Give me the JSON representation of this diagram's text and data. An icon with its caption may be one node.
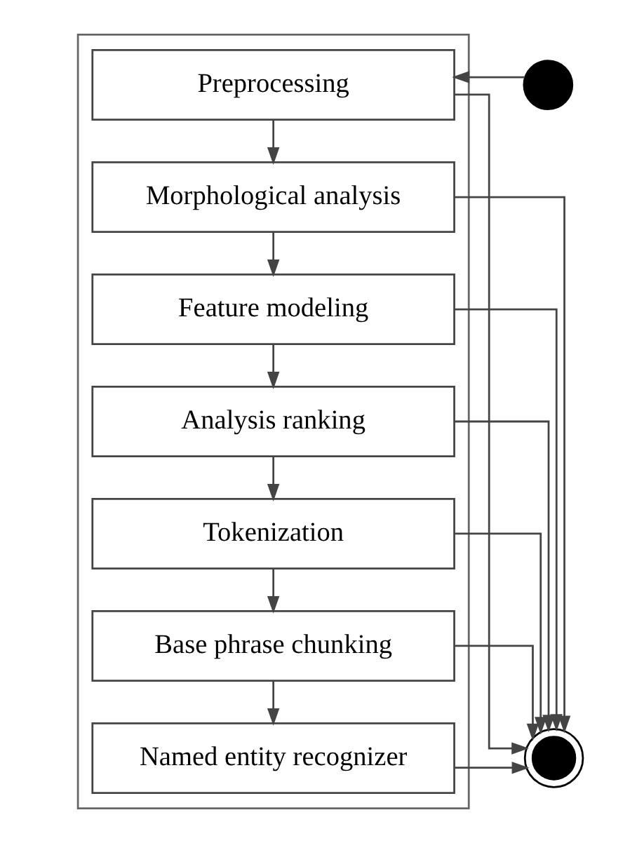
{
  "diagram": {
    "nodes": [
      {
        "text": [],
        "shape": "box"
      },
      {
        "text": [],
        "shape": "circle"
      },
      {
        "text": [
          "Preprocessing"
        ],
        "in": 0
      },
      {
        "text": [
          "Morphological analysis"
        ],
        "in": 0
      },
      {
        "text": [
          "Feature modeling"
        ],
        "in": 0
      },
      {
        "text": [
          "Analysis ranking"
        ],
        "in": 0
      },
      {
        "text": [
          "Tokenization"
        ],
        "in": 0
      },
      {
        "text": [
          "Base phrase chunking"
        ],
        "in": 0
      },
      {
        "text": [
          "Named entity recognizer"
        ],
        "in": 0
      },
      {
        "text": [],
        "shape": "circle"
      }
    ],
    "edges": [
      {
        "from": 1,
        "to": 2,
        "arrow": "to"
      },
      {
        "from": 2,
        "to": 3,
        "arrow": "to"
      },
      {
        "from": 3,
        "to": 4,
        "arrow": "to"
      },
      {
        "from": 4,
        "to": 5,
        "arrow": "to"
      },
      {
        "from": 5,
        "to": 6,
        "arrow": "to"
      },
      {
        "from": 6,
        "to": 7,
        "arrow": "to"
      },
      {
        "from": 7,
        "to": 8,
        "arrow": "to"
      },
      {
        "from": 2,
        "to": 9,
        "arrow": "to"
      },
      {
        "from": 3,
        "to": 9,
        "arrow": "to"
      },
      {
        "from": 4,
        "to": 9,
        "arrow": "to"
      },
      {
        "from": 5,
        "to": 9,
        "arrow": "to"
      },
      {
        "from": 6,
        "to": 9,
        "arrow": "to"
      },
      {
        "from": 7,
        "to": 9,
        "arrow": "to"
      },
      {
        "from": 8,
        "to": 9,
        "arrow": "to"
      }
    ]
  }
}
